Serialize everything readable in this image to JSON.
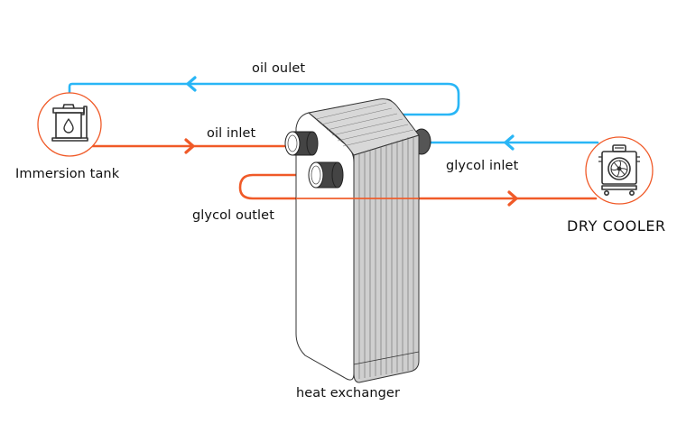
{
  "title": "Immersion cooling heat exchanger loop",
  "colors": {
    "hot_pipe": "#f05a28",
    "cold_pipe": "#29b6f6",
    "node_ring": "#f05a28",
    "text": "#111111",
    "device_line": "#333333"
  },
  "nodes": {
    "immersion_tank": {
      "label": "Immersion tank",
      "icon": "oil-tank-icon"
    },
    "dry_cooler": {
      "label": "DRY COOLER",
      "icon": "dry-cooler-icon"
    },
    "heat_exchanger": {
      "label": "heat exchanger",
      "icon": "plate-heat-exchanger-icon"
    }
  },
  "flows": {
    "oil_outlet": {
      "label": "oil oulet",
      "type": "cold",
      "direction": "to-tank"
    },
    "oil_inlet": {
      "label": "oil inlet",
      "type": "hot",
      "direction": "to-exchanger"
    },
    "glycol_inlet": {
      "label": "glycol inlet",
      "type": "cold",
      "direction": "to-exchanger"
    },
    "glycol_outlet": {
      "label": "glycol outlet",
      "type": "hot",
      "direction": "to-cooler"
    }
  }
}
